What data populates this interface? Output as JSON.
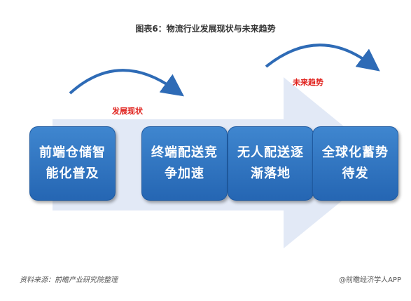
{
  "title": "图表6：物流行业发展现状与未来趋势",
  "labels": {
    "current": "发展现状",
    "future": "未来趋势"
  },
  "steps": [
    {
      "text": "前端仓储智能化普及"
    },
    {
      "text": "终端配送竞争加速"
    },
    {
      "text": "无人配送逐渐落地"
    },
    {
      "text": "全球化蓄势待发"
    }
  ],
  "footer": {
    "source": "资料来源：前瞻产业研究院整理",
    "brand": "@前瞻经济学人APP"
  },
  "colors": {
    "box": "#2f75c2",
    "arrow": "#dde6f5",
    "curve": "#2e6bb6",
    "label": "#e0201b"
  }
}
